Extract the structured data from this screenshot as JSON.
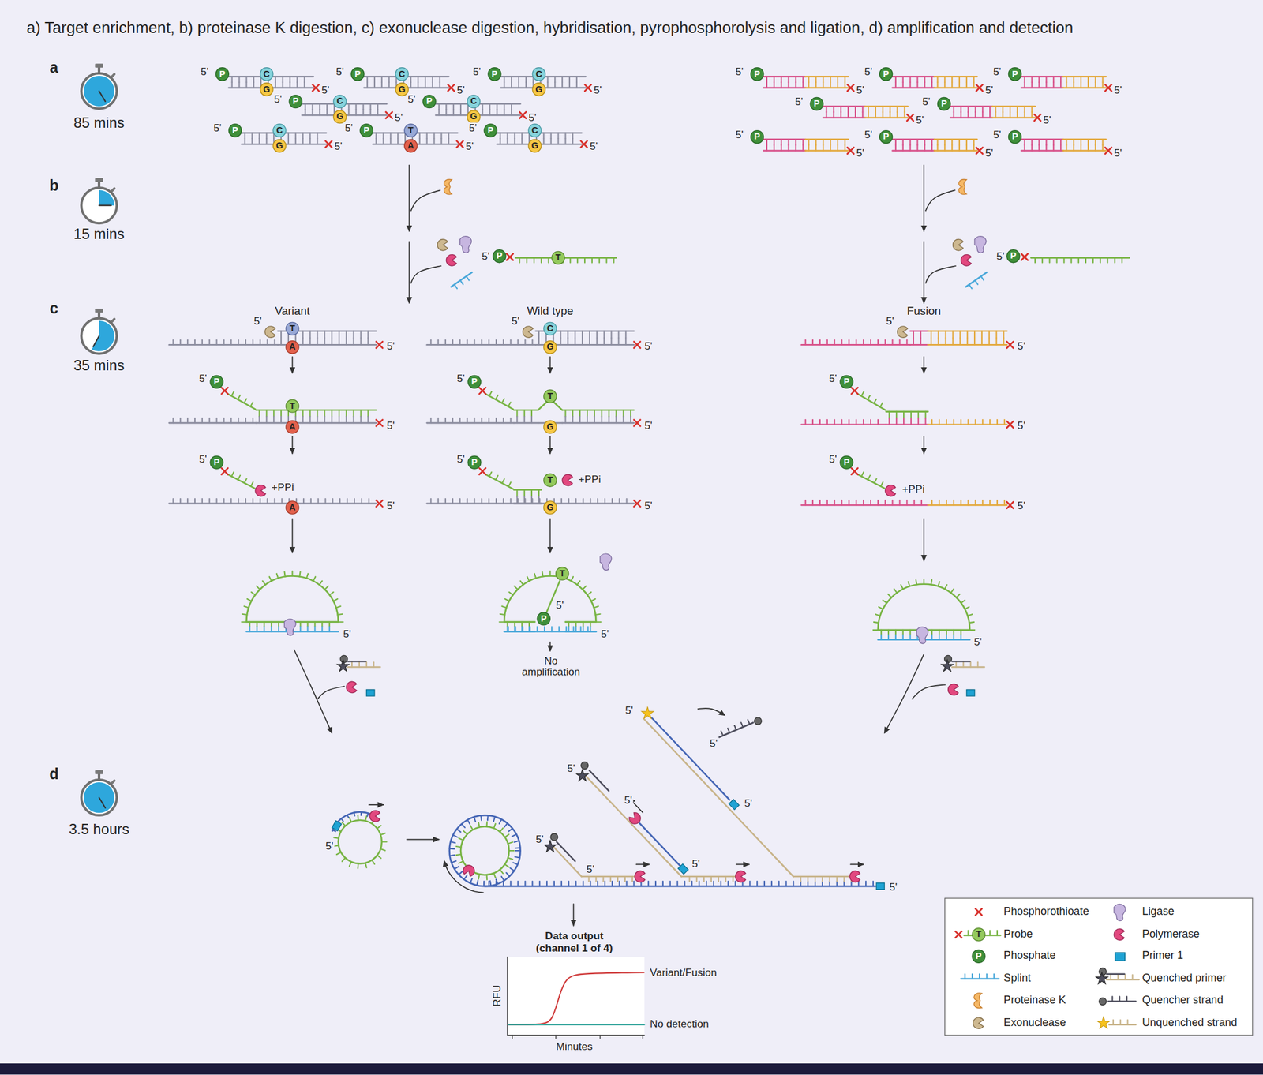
{
  "diagram": {
    "title": "a) Target enrichment, b) proteinase K digestion, c) exonuclease digestion, hybridisation, pyrophosphorolysis and ligation, d) amplification and detection",
    "nodes": [
      {
        "text": [
          "Data output (channel 1 of 4)"
        ]
      }
    ],
    "labels": [
      "a",
      "85 mins",
      "b",
      "15 mins",
      "c",
      "35 mins",
      "d",
      "3.5 hours",
      "5'",
      "P",
      "C",
      "G",
      "5'",
      "5'",
      "P",
      "C",
      "G",
      "5'",
      "5'",
      "P",
      "C",
      "G",
      "5'",
      "5'",
      "P",
      "C",
      "G",
      "5'",
      "5'",
      "P",
      "C",
      "G",
      "5'",
      "5'",
      "P",
      "C",
      "G",
      "5'",
      "5'",
      "P",
      "T",
      "A",
      "5'",
      "5'",
      "P",
      "C",
      "G",
      "5'",
      "5'",
      "P",
      "5'",
      "5'",
      "P",
      "5'",
      "5'",
      "P",
      "5'",
      "5'",
      "P",
      "5'",
      "5'",
      "P",
      "5'",
      "5'",
      "P",
      "5'",
      "5'",
      "P",
      "5'",
      "5'",
      "P",
      "5'",
      "5'",
      "P",
      "T",
      "5'",
      "P",
      "Variant",
      "Wild type",
      "Fusion",
      "5'",
      "T",
      "A",
      "5'",
      "5'",
      "P",
      "T",
      "A",
      "5'",
      "5'",
      "P",
      "+PPi",
      "A",
      "5'",
      "5'",
      "5'",
      "C",
      "G",
      "5'",
      "5'",
      "P",
      "T",
      "G",
      "5'",
      "5'",
      "P",
      "T",
      "+PPi",
      "G",
      "5'",
      "T",
      "5'",
      "P",
      "5'",
      "No amplification",
      "5'",
      "5'",
      "5'",
      "P",
      "5'",
      "5'",
      "P",
      "+PPi",
      "5'",
      "5'",
      "5'",
      "5'",
      "5'",
      "5'",
      "5'",
      "5'",
      "5'",
      "5'",
      "5'",
      "5'",
      "RFU",
      "Minutes",
      "Variant/Fusion",
      "No detection",
      "T",
      "P"
    ],
    "legend": [
      {
        "text": "Phosphorothioate"
      },
      {
        "text": "Probe"
      },
      {
        "text": "Phosphate"
      },
      {
        "text": "Splint"
      },
      {
        "text": "Proteinase K"
      },
      {
        "text": "Exonuclease"
      },
      {
        "text": "Ligase"
      },
      {
        "text": "Polymerase"
      },
      {
        "text": "Primer 1",
        "color": "#1fa3d4"
      },
      {
        "text": "Quenched primer"
      },
      {
        "text": "Quencher strand"
      },
      {
        "text": "Unquenched strand"
      }
    ]
  }
}
